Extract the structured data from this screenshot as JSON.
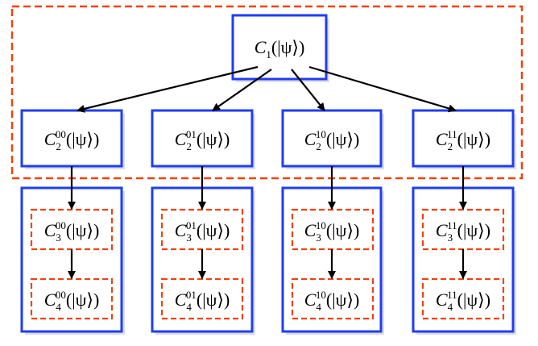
{
  "colors": {
    "box_blue": "#1f3df5",
    "dashed_red": "#f0420c",
    "arrow": "#000000",
    "shadow": "#bdbdbd"
  },
  "nodes": {
    "c1": {
      "letter": "C",
      "sub": "1",
      "sup": "",
      "arg": "(|ψ⟩)"
    },
    "c2_00": {
      "letter": "C",
      "sub": "2",
      "sup": "00",
      "arg": "(|ψ⟩)"
    },
    "c2_01": {
      "letter": "C",
      "sub": "2",
      "sup": "01",
      "arg": "(|ψ⟩)"
    },
    "c2_10": {
      "letter": "C",
      "sub": "2",
      "sup": "10",
      "arg": "(|ψ⟩)"
    },
    "c2_11": {
      "letter": "C",
      "sub": "2",
      "sup": "11",
      "arg": "(|ψ⟩)"
    },
    "c3_00": {
      "letter": "C",
      "sub": "3",
      "sup": "00",
      "arg": "(|ψ⟩)"
    },
    "c3_01": {
      "letter": "C",
      "sub": "3",
      "sup": "01",
      "arg": "(|ψ⟩)"
    },
    "c3_10": {
      "letter": "C",
      "sub": "3",
      "sup": "10",
      "arg": "(|ψ⟩)"
    },
    "c3_11": {
      "letter": "C",
      "sub": "3",
      "sup": "11",
      "arg": "(|ψ⟩)"
    },
    "c4_00": {
      "letter": "C",
      "sub": "4",
      "sup": "00",
      "arg": "(|ψ⟩)"
    },
    "c4_01": {
      "letter": "C",
      "sub": "4",
      "sup": "01",
      "arg": "(|ψ⟩)"
    },
    "c4_10": {
      "letter": "C",
      "sub": "4",
      "sup": "10",
      "arg": "(|ψ⟩)"
    },
    "c4_11": {
      "letter": "C",
      "sub": "4",
      "sup": "11",
      "arg": "(|ψ⟩)"
    }
  }
}
